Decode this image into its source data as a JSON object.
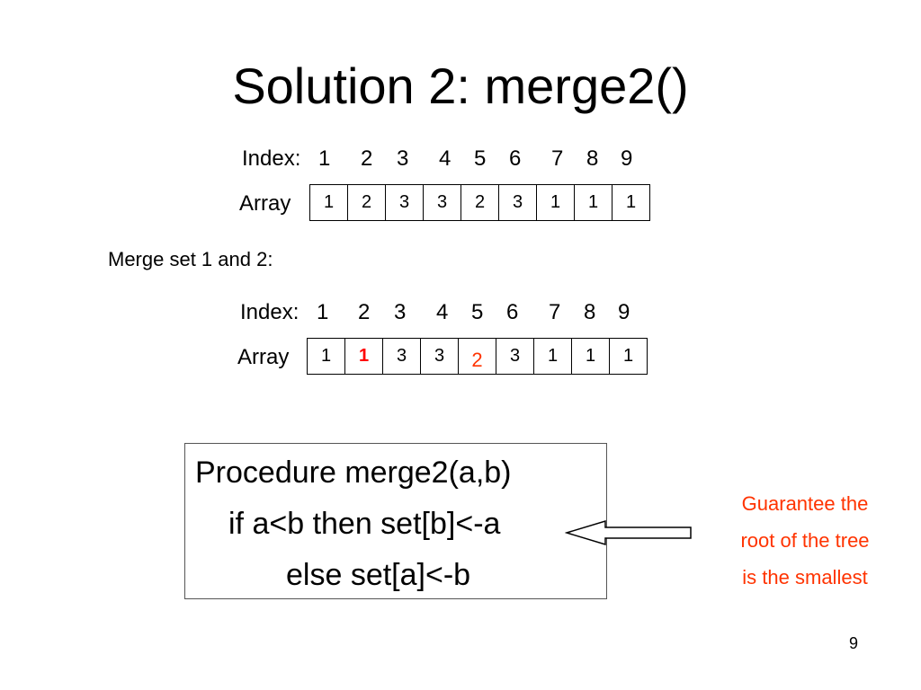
{
  "slide": {
    "title": "Solution 2: merge2()",
    "page_number": "9"
  },
  "before": {
    "index_label": "Index:",
    "indices": [
      "1",
      "2",
      "3",
      "4",
      "5",
      "6",
      "7",
      "8",
      "9"
    ],
    "array_label": "Array",
    "values": [
      "1",
      "2",
      "3",
      "3",
      "2",
      "3",
      "1",
      "1",
      "1"
    ]
  },
  "merge_heading": "Merge set 1 and 2:",
  "after": {
    "index_label": "Index:",
    "indices": [
      "1",
      "2",
      "3",
      "4",
      "5",
      "6",
      "7",
      "8",
      "9"
    ],
    "array_label": "Array",
    "values": [
      "1",
      "1",
      "3",
      "3",
      "2",
      "3",
      "1",
      "1",
      "1"
    ]
  },
  "procedure": {
    "line1": "Procedure merge2(a,b)",
    "line2": "if a<b then set[b]<-a",
    "line3": "else set[a]<-b"
  },
  "note": {
    "line1": "Guarantee the",
    "line2": "root of the tree",
    "line3": "is the smallest"
  },
  "colors": {
    "highlight": "#ff0000",
    "note": "#ff3300"
  }
}
